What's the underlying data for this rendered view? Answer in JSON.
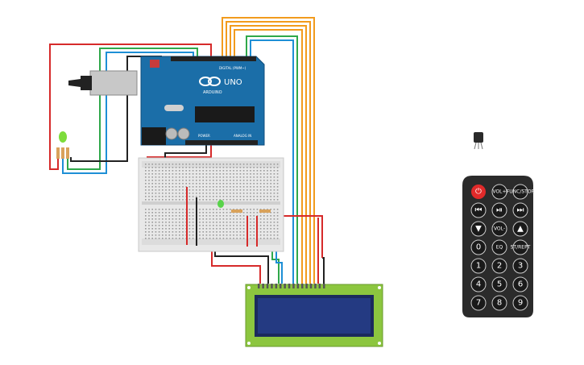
{
  "arduino": {
    "brand_text": "ARDUINO",
    "model_text": "UNO",
    "digital_label": "DIGITAL (PWM~)",
    "power_label": "POWER",
    "analog_label": "ANALOG IN"
  },
  "remote": {
    "power_symbol": "⏻",
    "buttons_row1": [
      "VOL+",
      "FUNC/STOP"
    ],
    "transport": [
      "⏮",
      "⏯",
      "⏭"
    ],
    "row3": [
      "▼",
      "VOL-",
      "▲"
    ],
    "row4": [
      "0",
      "EQ",
      "ST/REPT"
    ],
    "digits": [
      "1",
      "2",
      "3",
      "4",
      "5",
      "6",
      "7",
      "8",
      "9"
    ]
  },
  "colors": {
    "board_blue": "#1b6ea8",
    "wire_orange": "#f29b1d",
    "wire_red": "#d62a2a",
    "wire_green": "#2fa84a",
    "wire_blue": "#1e8fd6",
    "wire_black": "#222222",
    "lcd_green": "#8cc63f",
    "lcd_screen": "#243a82",
    "remote_body": "#2b2b2b",
    "remote_power": "#e12a2a"
  }
}
